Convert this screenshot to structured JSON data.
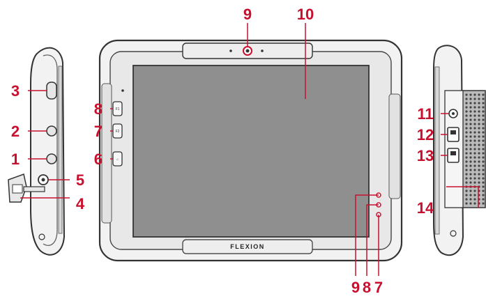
{
  "colors": {
    "callout": "#c8102e",
    "body_outline": "#333333",
    "body_fill": "#f2f2f2",
    "screen": "#8f8f8f",
    "port_grille": "#444444"
  },
  "front_view": {
    "brand_logo": "FLEXION",
    "key_labels": {
      "f1": "F1",
      "f2": "F2",
      "home": "⌂"
    }
  },
  "callouts": [
    {
      "id": "c9_top",
      "number": "9"
    },
    {
      "id": "c10",
      "number": "10"
    },
    {
      "id": "c3",
      "number": "3"
    },
    {
      "id": "c2",
      "number": "2"
    },
    {
      "id": "c1",
      "number": "1"
    },
    {
      "id": "c5",
      "number": "5"
    },
    {
      "id": "c4",
      "number": "4"
    },
    {
      "id": "c8_left",
      "number": "8"
    },
    {
      "id": "c7_left",
      "number": "7"
    },
    {
      "id": "c6",
      "number": "6"
    },
    {
      "id": "c11",
      "number": "11"
    },
    {
      "id": "c12",
      "number": "12"
    },
    {
      "id": "c13",
      "number": "13"
    },
    {
      "id": "c14",
      "number": "14"
    },
    {
      "id": "c9_bottom",
      "number": "9"
    },
    {
      "id": "c8_bottom",
      "number": "8"
    },
    {
      "id": "c7_bottom",
      "number": "7"
    }
  ]
}
